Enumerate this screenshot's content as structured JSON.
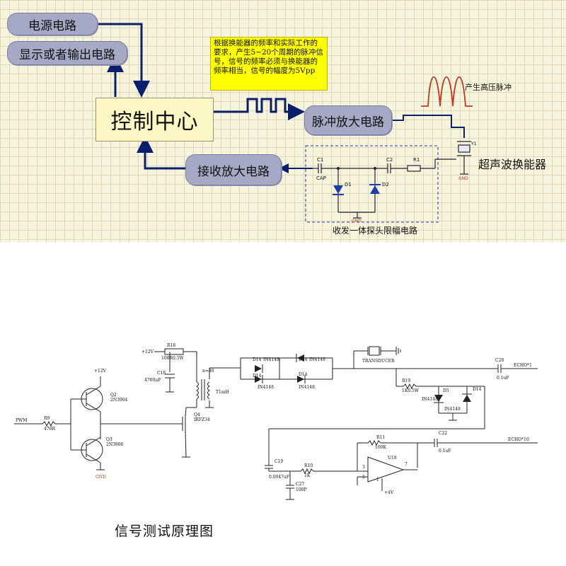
{
  "block_diagram": {
    "power_circuit": "电源电路",
    "display_circuit": "显示或者输出电路",
    "control_center": "控制中心",
    "note_text": "根据换能器的频率和实际工作的要求，产生5~20个周期的脉冲信号，信号的频率必须与换能器的频率相当，信号的幅度为5Vpp",
    "pulse_amp": "脉冲放大电路",
    "receive_amp": "接收放大电路",
    "hv_pulse": "产生高压脉冲",
    "transducer": "超声波换能器",
    "limiter_caption": "收发一体探头限幅电路",
    "labels": {
      "c1": "C1",
      "cap": "CAP",
      "c2": "C2",
      "r1": "R1",
      "d1": "D1",
      "d2": "D2",
      "gnd": "GND",
      "y1": "Y1"
    }
  },
  "schematic": {
    "labels": {
      "v12_top": "+12V",
      "v12_left": "+12V",
      "pwm": "PWM",
      "r9": "R9",
      "r9_val": "470R",
      "q2": "Q2",
      "q2_part": "2N3904",
      "q3": "Q3",
      "q3_part": "2N3906",
      "gnd_q": "GND",
      "r18": "R18",
      "r18_val": "100R0.5W",
      "c18": "C18",
      "c18_val": "4700uF",
      "n40": "n=40",
      "t1": "T1mH",
      "q4": "Q4",
      "q4_part": "IRFZ34",
      "d14a": "D14",
      "in4148a": "IN4148",
      "d14b": "D14",
      "in4148b": "IN4148",
      "d14c": "D14",
      "in4148c": "IN4148",
      "d14d": "D14",
      "in4148d": "IN4148",
      "transducer": "TRANSDUCER",
      "r19": "R19",
      "r19_val": "1K0.5W",
      "d5": "D5",
      "in4148e": "IN4148",
      "d14e": "D14",
      "in4148f": "IN4148",
      "c28": "C28",
      "c28_val": "0.1uF",
      "echo1": "ECHO*1",
      "r11": "R11",
      "r11_val": "100K",
      "c22": "C22",
      "c22_val": "0.1uF",
      "echo10": "ECHO*10",
      "c19": "C19",
      "c19_val": "0.0047uF",
      "r10": "R10",
      "r10_val": "1K",
      "c27": "C27",
      "c27_val": "100P",
      "u18": "U18",
      "v4": "+4V",
      "p3": "3",
      "p2": "2",
      "p7": "7",
      "p1": "1"
    }
  },
  "caption": "信号测试原理图"
}
